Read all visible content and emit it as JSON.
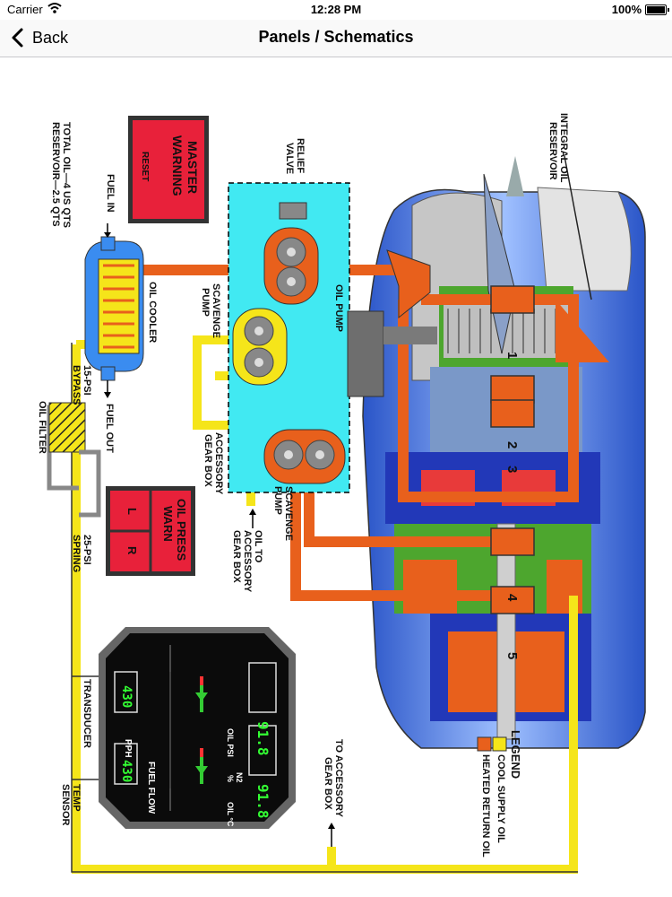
{
  "status_bar": {
    "carrier": "Carrier",
    "time": "12:28 PM",
    "battery": "100%"
  },
  "nav": {
    "back_label": "Back",
    "title": "Panels / Schematics"
  },
  "schematic": {
    "labels": {
      "reservoir_note_1": "TOTAL OIL—4 US QTS",
      "reservoir_note_2": "RESERVOIR—2.5 QTS",
      "master_warning_1": "MASTER",
      "master_warning_2": "WARNING",
      "master_warning_reset": "RESET",
      "fuel_in": "FUEL IN",
      "relief_valve_1": "RELIEF",
      "relief_valve_2": "VALVE",
      "integral_oil_1": "INTEGRAL OIL",
      "integral_oil_2": "RESERVOIR",
      "oil_pump": "OIL PUMP",
      "scavenge_pump_1a": "SCAVENGE",
      "scavenge_pump_1b": "PUMP",
      "oil_cooler": "OIL COOLER",
      "bypass_1": "15-PSI",
      "bypass_2": "BYPASS",
      "fuel_out": "FUEL OUT",
      "oil_filter": "OIL FILTER",
      "accessory_gearbox_1": "ACCESSORY",
      "accessory_gearbox_2": "GEAR BOX",
      "scavenge_pump_2a": "SCAVENGE",
      "scavenge_pump_2b": "PUMP",
      "oil_to_1": "OIL TO",
      "oil_to_2": "ACCESSORY",
      "oil_to_3": "GEAR BOX",
      "oil_press_1": "OIL PRESS",
      "oil_press_2": "WARN",
      "oil_press_l": "L",
      "oil_press_r": "R",
      "spring_1": "25-PSI",
      "spring_2": "SPRING",
      "transducer": "TRANSDUCER",
      "temp_1": "TEMP",
      "temp_2": "SENSOR",
      "to_accessory_1": "TO ACCESSORY",
      "to_accessory_2": "GEAR BOX",
      "legend_title": "LEGEND",
      "legend_cool": "COOL SUPPLY OIL",
      "legend_heated": "HEATED RETURN OIL",
      "bearing_1": "1",
      "bearing_2": "2",
      "bearing_3": "3",
      "bearing_4": "4",
      "bearing_5": "5"
    },
    "gauges": {
      "n2_label": "N2",
      "n2_unit": "%",
      "n2_left": "91.8",
      "n2_right": "91.8",
      "oil_psi": "OIL PSI",
      "oil_c": "OIL °C",
      "fuel_flow": "FUEL FLOW",
      "pph": "PPH",
      "ff_left": "430",
      "ff_right": "430"
    },
    "colors": {
      "cool_supply_oil": "#f5e51a",
      "heated_return_oil": "#e8601c",
      "accessory_gearbox": "#41e9f2",
      "warning_red": "#e8213a"
    }
  }
}
